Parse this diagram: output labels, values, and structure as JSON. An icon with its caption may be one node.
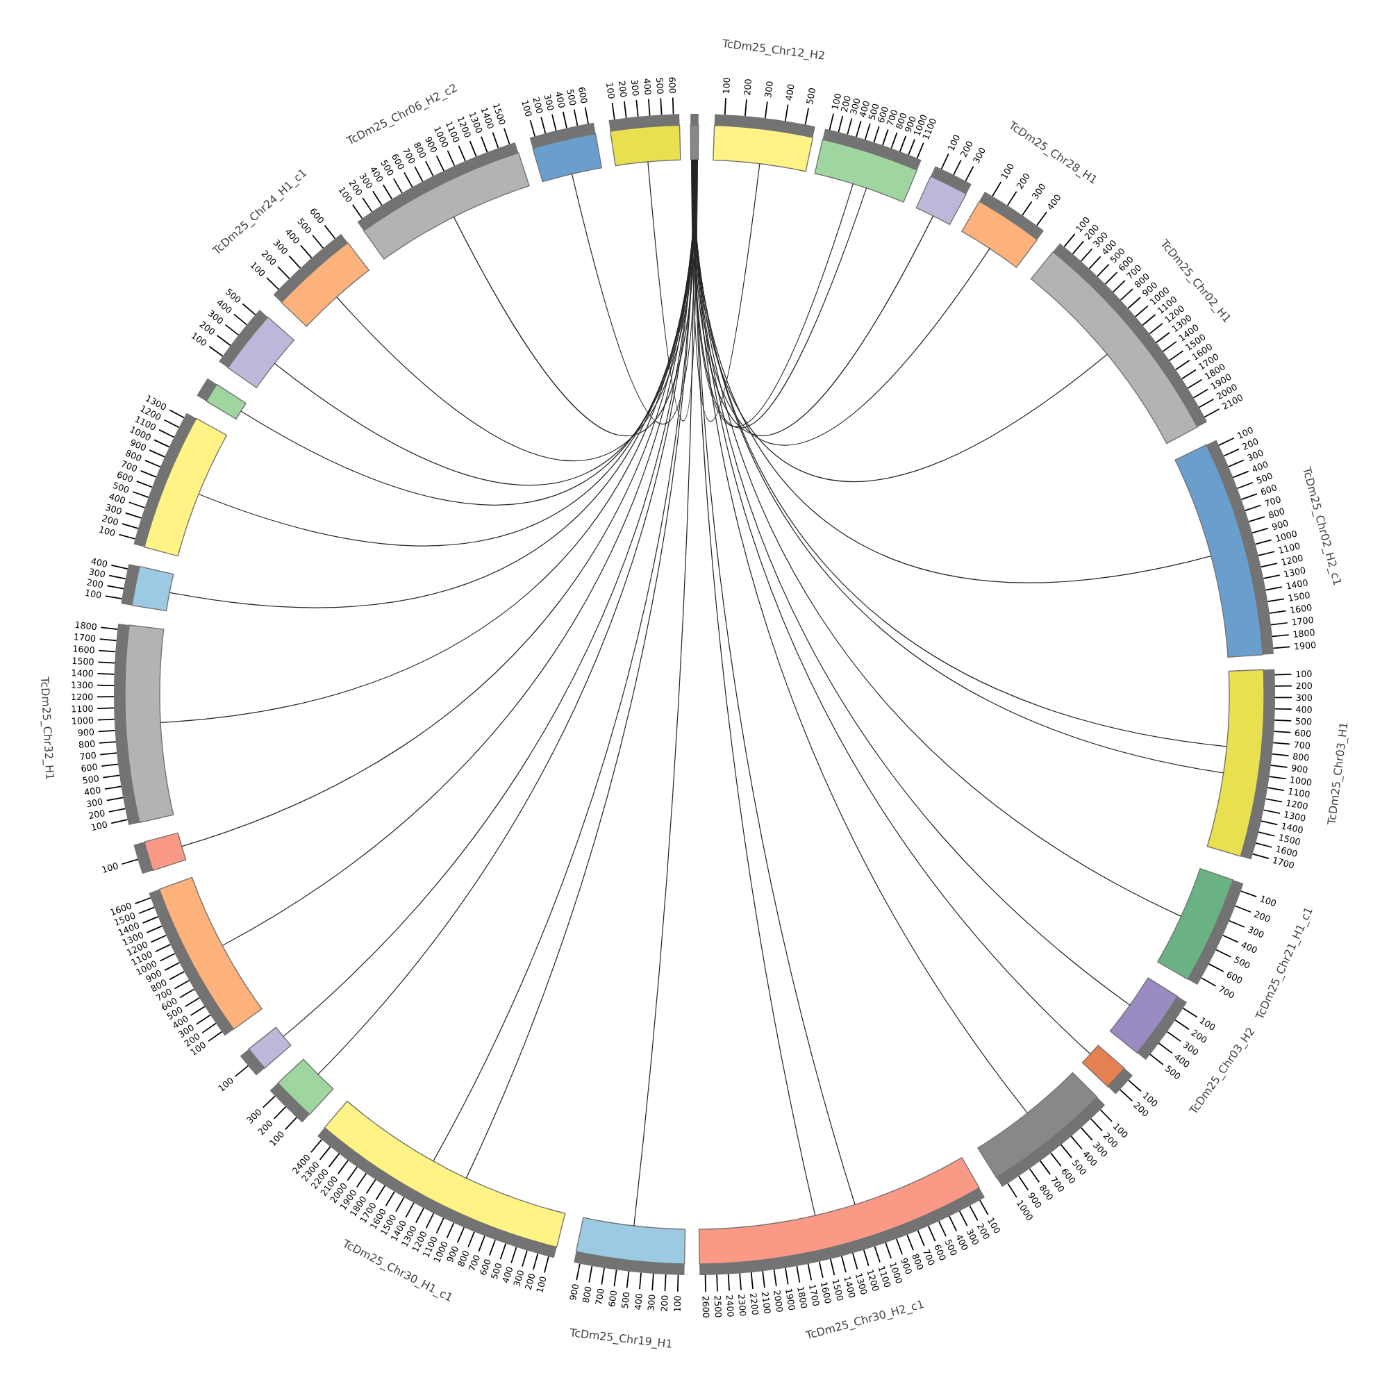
{
  "diagram": {
    "nodes": [
      {
        "text": [],
        "shape": "bar"
      },
      {
        "text": [
          "TcDm25_Chr12_H2"
        ],
        "beside": [
          "100",
          "200",
          "300",
          "400",
          "500"
        ]
      },
      {
        "text": [],
        "shape": "bar",
        "beside": [
          "100",
          "200",
          "300",
          "400",
          "500",
          "600",
          "700",
          "800",
          "900",
          "1000",
          "1100"
        ]
      },
      {
        "text": [],
        "shape": "bar",
        "beside": [
          "100",
          "200",
          "300"
        ]
      },
      {
        "text": [
          "TcDm25_Chr28_H1"
        ],
        "beside": [
          "100",
          "200",
          "300",
          "400"
        ]
      },
      {
        "text": [
          "TcDm25_Chr02_H1"
        ],
        "beside": [
          "100",
          "200",
          "300",
          "400",
          "500",
          "600",
          "700",
          "800",
          "900",
          "1000",
          "1100",
          "1200",
          "1300",
          "1400",
          "1500",
          "1600",
          "1700",
          "1800",
          "1900",
          "2000",
          "2100"
        ]
      },
      {
        "text": [
          "TcDm25_Chr02_H2_c1"
        ],
        "beside": [
          "100",
          "200",
          "300",
          "400",
          "500",
          "600",
          "700",
          "800",
          "900",
          "1000",
          "1100",
          "1200",
          "1300",
          "1400",
          "1500",
          "1600",
          "1700",
          "1800",
          "1900"
        ]
      },
      {
        "text": [
          "TcDm25_Chr03_H1"
        ],
        "beside": [
          "100",
          "200",
          "300",
          "400",
          "500",
          "600",
          "700",
          "800",
          "900",
          "1000",
          "1100",
          "1200",
          "1300",
          "1400",
          "1500",
          "1600",
          "1700"
        ]
      },
      {
        "text": [
          "TcDm25_Chr21_H1_c1"
        ],
        "beside": [
          "100",
          "200",
          "300",
          "400",
          "500",
          "600",
          "700"
        ]
      },
      {
        "text": [
          "TcDm25_Chr03_H2"
        ],
        "beside": [
          "100",
          "200",
          "300",
          "400",
          "500"
        ]
      },
      {
        "text": [],
        "shape": "bar",
        "beside": [
          "100",
          "200"
        ]
      },
      {
        "text": [],
        "shape": "bar",
        "beside": [
          "100",
          "200",
          "300",
          "400",
          "500",
          "600",
          "700",
          "800",
          "900",
          "1000"
        ]
      },
      {
        "text": [
          "TcDm25_Chr30_H2_c1"
        ],
        "beside": [
          "100",
          "200",
          "300",
          "400",
          "500",
          "600",
          "700",
          "800",
          "900",
          "1000",
          "1100",
          "1200",
          "1300",
          "1400",
          "1500",
          "1600",
          "1700",
          "1800",
          "1900",
          "2000",
          "2100",
          "2200",
          "2300",
          "2400",
          "2500",
          "2600"
        ]
      },
      {
        "text": [
          "TcDm25_Chr19_H1"
        ],
        "beside": [
          "100",
          "200",
          "300",
          "400",
          "500",
          "600",
          "700",
          "800",
          "900"
        ]
      },
      {
        "text": [
          "TcDm25_Chr30_H1_c1"
        ],
        "beside": [
          "100",
          "200",
          "300",
          "400",
          "500",
          "600",
          "700",
          "800",
          "900",
          "1000",
          "1100",
          "1200",
          "1300",
          "1400",
          "1500",
          "1600",
          "1700",
          "1800",
          "1900",
          "2000",
          "2100",
          "2200",
          "2300",
          "2400"
        ]
      },
      {
        "text": [],
        "shape": "bar",
        "beside": [
          "100",
          "200",
          "300"
        ]
      },
      {
        "text": [],
        "shape": "bar",
        "beside": [
          "100"
        ]
      },
      {
        "text": [],
        "shape": "bar",
        "beside": [
          "100",
          "200",
          "300",
          "400",
          "500",
          "600",
          "700",
          "800",
          "900",
          "1000",
          "1100",
          "1200",
          "1300",
          "1400",
          "1500",
          "1600"
        ]
      },
      {
        "text": [],
        "shape": "bar",
        "beside": [
          "100"
        ]
      },
      {
        "text": [
          "TcDm25_Chr32_H1"
        ],
        "beside": [
          "100",
          "200",
          "300",
          "400",
          "500",
          "600",
          "700",
          "800",
          "900",
          "1000",
          "1100",
          "1200",
          "1300",
          "1400",
          "1500",
          "1600",
          "1700",
          "1800"
        ]
      },
      {
        "text": [],
        "shape": "bar",
        "beside": [
          "100",
          "200",
          "300",
          "400"
        ]
      },
      {
        "text": [],
        "shape": "bar",
        "beside": [
          "100",
          "200",
          "300",
          "400",
          "500",
          "600",
          "700",
          "800",
          "900",
          "1000",
          "1100",
          "1200",
          "1300"
        ]
      },
      {
        "text": [],
        "shape": "bar"
      },
      {
        "text": [],
        "shape": "bar",
        "beside": [
          "100",
          "200",
          "300",
          "400",
          "500"
        ]
      },
      {
        "text": [
          "TcDm25_Chr24_H1_c1"
        ],
        "beside": [
          "100",
          "200",
          "300",
          "400",
          "500",
          "600"
        ]
      },
      {
        "text": [
          "TcDm25_Chr06_H2_c2"
        ],
        "beside": [
          "100",
          "200",
          "300",
          "400",
          "500",
          "600",
          "700",
          "800",
          "900",
          "1000",
          "1100",
          "1200",
          "1300",
          "1400",
          "1500"
        ]
      },
      {
        "text": [],
        "shape": "bar",
        "beside": [
          "100",
          "200",
          "300",
          "400",
          "500",
          "600"
        ]
      },
      {
        "text": [],
        "shape": "bar",
        "beside": [
          "100",
          "200",
          "300",
          "400",
          "500",
          "600"
        ]
      }
    ],
    "edges": [
      {
        "from": 0,
        "to": 1,
        "arrow": "none"
      },
      {
        "from": 0,
        "to": 2,
        "arrow": "none"
      },
      {
        "from": 0,
        "to": 2,
        "arrow": "none"
      },
      {
        "from": 0,
        "to": 3,
        "arrow": "none"
      },
      {
        "from": 0,
        "to": 4,
        "arrow": "none"
      },
      {
        "from": 0,
        "to": 5,
        "arrow": "none"
      },
      {
        "from": 0,
        "to": 6,
        "arrow": "none"
      },
      {
        "from": 0,
        "to": 7,
        "arrow": "none"
      },
      {
        "from": 0,
        "to": 7,
        "arrow": "none"
      },
      {
        "from": 0,
        "to": 8,
        "arrow": "none"
      },
      {
        "from": 0,
        "to": 9,
        "arrow": "none"
      },
      {
        "from": 0,
        "to": 10,
        "arrow": "none"
      },
      {
        "from": 0,
        "to": 11,
        "arrow": "none"
      },
      {
        "from": 0,
        "to": 12,
        "arrow": "none"
      },
      {
        "from": 0,
        "to": 12,
        "arrow": "none"
      },
      {
        "from": 0,
        "to": 13,
        "arrow": "none"
      },
      {
        "from": 0,
        "to": 14,
        "arrow": "none"
      },
      {
        "from": 0,
        "to": 14,
        "arrow": "none"
      },
      {
        "from": 0,
        "to": 15,
        "arrow": "none"
      },
      {
        "from": 0,
        "to": 16,
        "arrow": "none"
      },
      {
        "from": 0,
        "to": 17,
        "arrow": "none"
      },
      {
        "from": 0,
        "to": 18,
        "arrow": "none"
      },
      {
        "from": 0,
        "to": 19,
        "arrow": "none"
      },
      {
        "from": 0,
        "to": 20,
        "arrow": "none"
      },
      {
        "from": 0,
        "to": 21,
        "arrow": "none"
      },
      {
        "from": 0,
        "to": 22,
        "arrow": "none"
      },
      {
        "from": 0,
        "to": 23,
        "arrow": "none"
      },
      {
        "from": 0,
        "to": 24,
        "arrow": "none"
      },
      {
        "from": 0,
        "to": 25,
        "arrow": "none"
      },
      {
        "from": 0,
        "to": 26,
        "arrow": "none"
      },
      {
        "from": 0,
        "to": 27,
        "arrow": "none"
      }
    ]
  }
}
